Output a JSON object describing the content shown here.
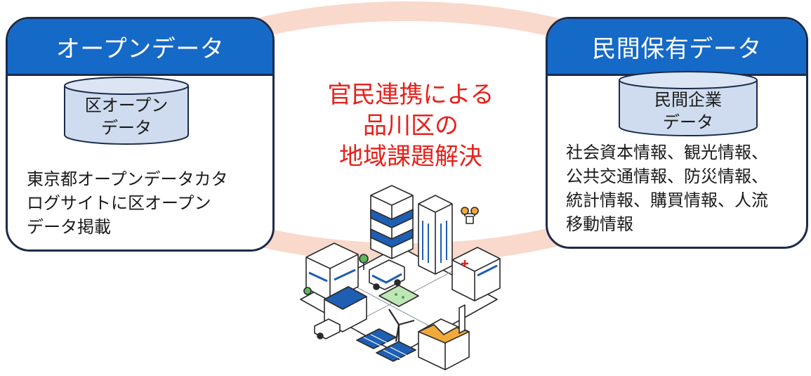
{
  "left_panel": {
    "title": "オープンデータ",
    "database_label": [
      "区オープン",
      "データ"
    ],
    "description": [
      "東京都オープンデータカタ",
      "ログサイトに区オープン",
      "データ掲載"
    ]
  },
  "right_panel": {
    "title": "民間保有データ",
    "database_label": [
      "民間企業",
      "データ"
    ],
    "description": [
      "社会資本情報、観光情報、",
      "公共交通情報、防災情報、",
      "統計情報、購買情報、人流",
      "移動情報"
    ]
  },
  "center": {
    "title_lines": [
      "官民連携による",
      "品川区の",
      "地域課題解決"
    ]
  },
  "colors": {
    "header_blue": "#1569c7",
    "panel_border": "#1b2b4a",
    "ring_peach": "#f9d9cc",
    "cylinder_fill": "#cfdcef",
    "center_text_red": "#e8201a"
  },
  "illustration": {
    "name": "smart-city-isometric-illustration"
  }
}
